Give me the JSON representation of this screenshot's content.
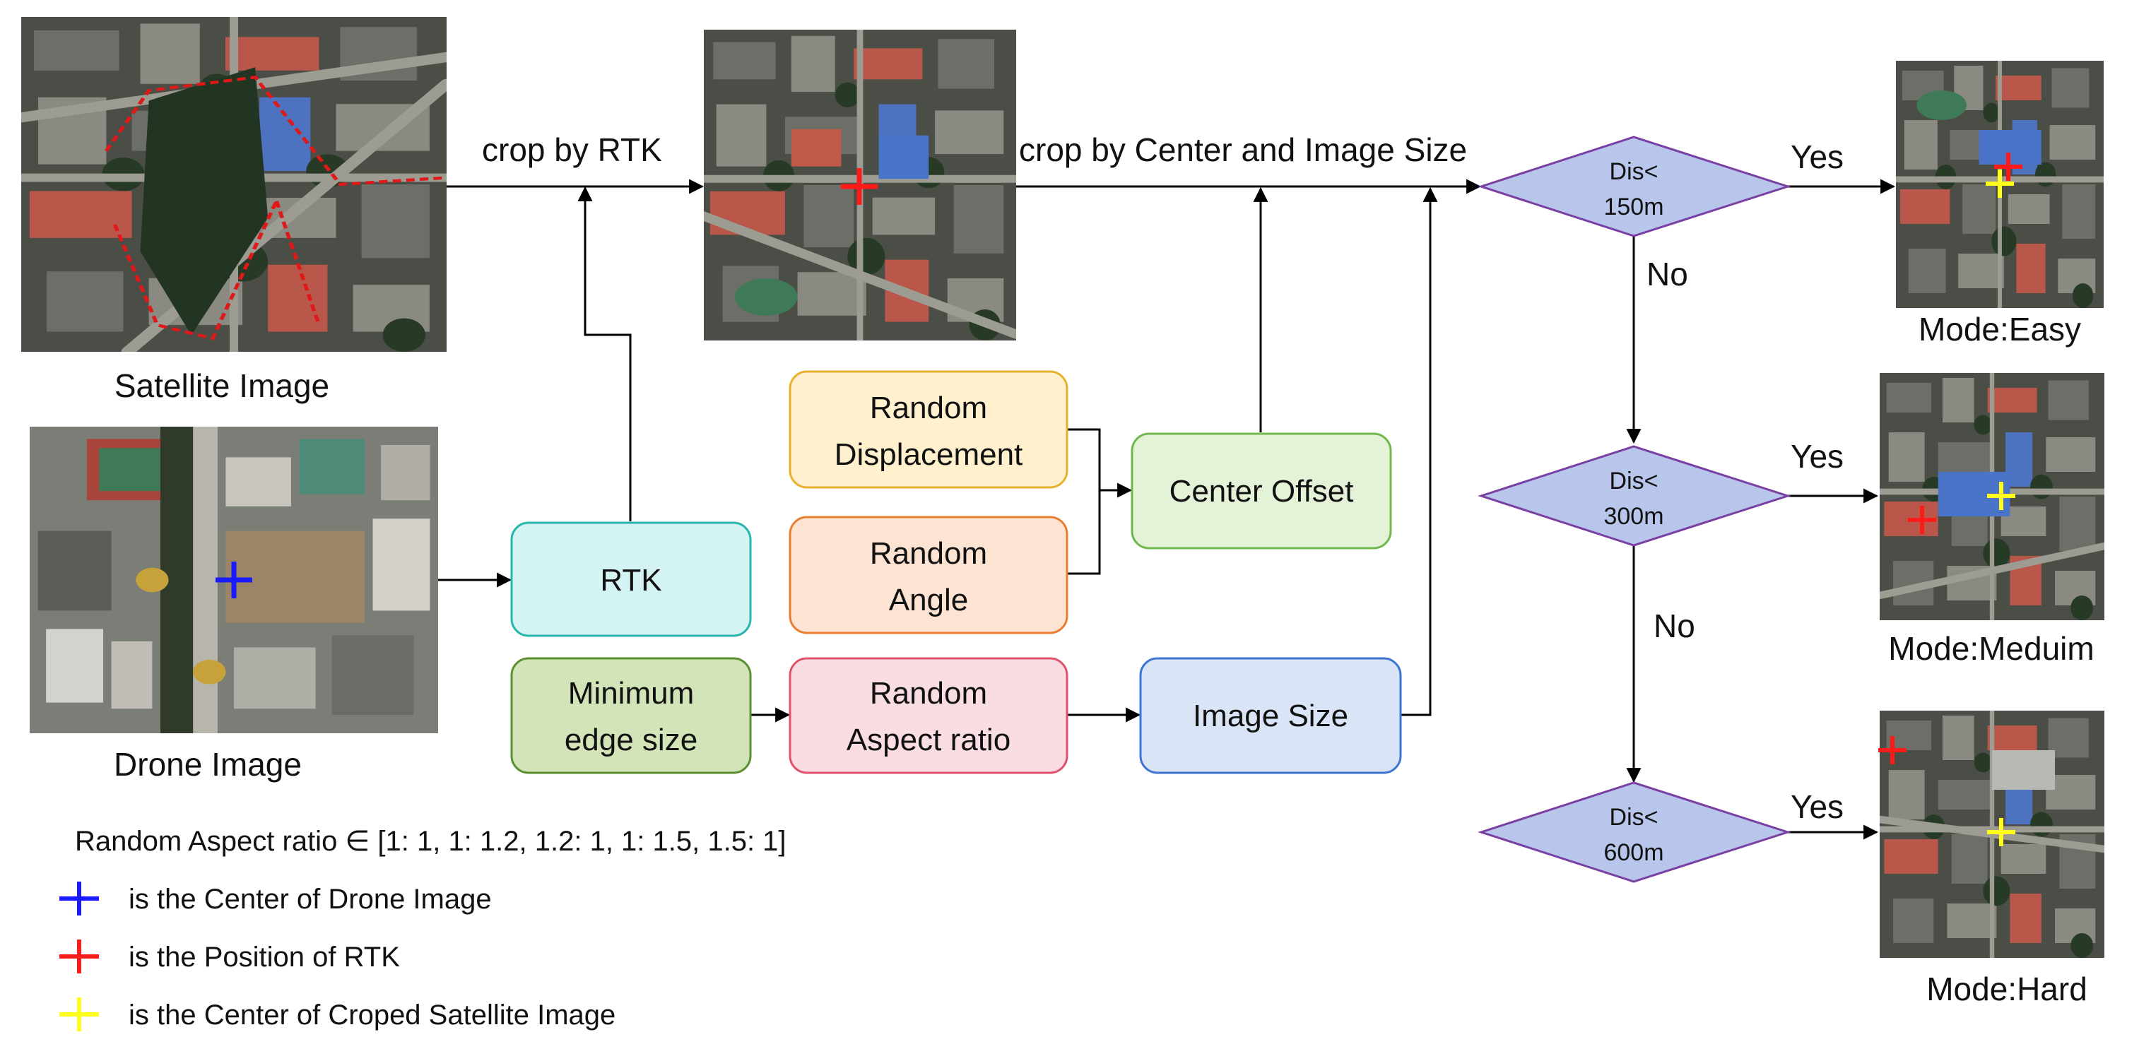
{
  "images": {
    "satellite": {
      "caption": "Satellite Image"
    },
    "drone": {
      "caption": "Drone Image"
    },
    "cropped": {
      "caption": ""
    }
  },
  "edges": {
    "crop_rtk": "crop by RTK",
    "crop_center": "crop by Center and Image Size"
  },
  "boxes": {
    "rtk": {
      "label": "RTK",
      "fill": "#d3f4f2",
      "stroke": "#27b6ab"
    },
    "displacement": {
      "label1": "Random",
      "label2": "Displacement",
      "fill": "#fff1cd",
      "stroke": "#e6b12d"
    },
    "angle": {
      "label1": "Random",
      "label2": "Angle",
      "fill": "#fde3d1",
      "stroke": "#e97e32"
    },
    "center_offset": {
      "label": "Center Offset",
      "fill": "#e4f3d8",
      "stroke": "#70b84e"
    },
    "min_edge": {
      "label1": "Minimum",
      "label2": "edge size",
      "fill": "#d3e5b8",
      "stroke": "#5b8f32"
    },
    "aspect": {
      "label1": "Random",
      "label2": "Aspect ratio",
      "fill": "#fadde2",
      "stroke": "#e0526b"
    },
    "image_size": {
      "label": "Image Size",
      "fill": "#dae4f7",
      "stroke": "#3d74d1"
    }
  },
  "decisions": [
    {
      "line1": "Dis<",
      "line2": "150m",
      "yes": "Yes",
      "no": "No",
      "mode": "Mode:Easy"
    },
    {
      "line1": "Dis<",
      "line2": "300m",
      "yes": "Yes",
      "no": "No",
      "mode": "Mode:Meduim"
    },
    {
      "line1": "Dis<",
      "line2": "600m",
      "yes": "Yes",
      "mode": "Mode:Hard"
    }
  ],
  "decision_style": {
    "fill": "#b7c6ea",
    "stroke": "#7a3fa3"
  },
  "legend": {
    "aspect_ratio": "Random Aspect ratio ∈ [1: 1, 1: 1.2, 1.2: 1, 1: 1.5, 1.5: 1]",
    "items": [
      {
        "color": "#1a1aff",
        "text": "is the Center of Drone Image"
      },
      {
        "color": "#ff1a1a",
        "text": "is the Position of RTK"
      },
      {
        "color": "#ffff1a",
        "text": "is the Center of Croped Satellite Image"
      }
    ]
  }
}
